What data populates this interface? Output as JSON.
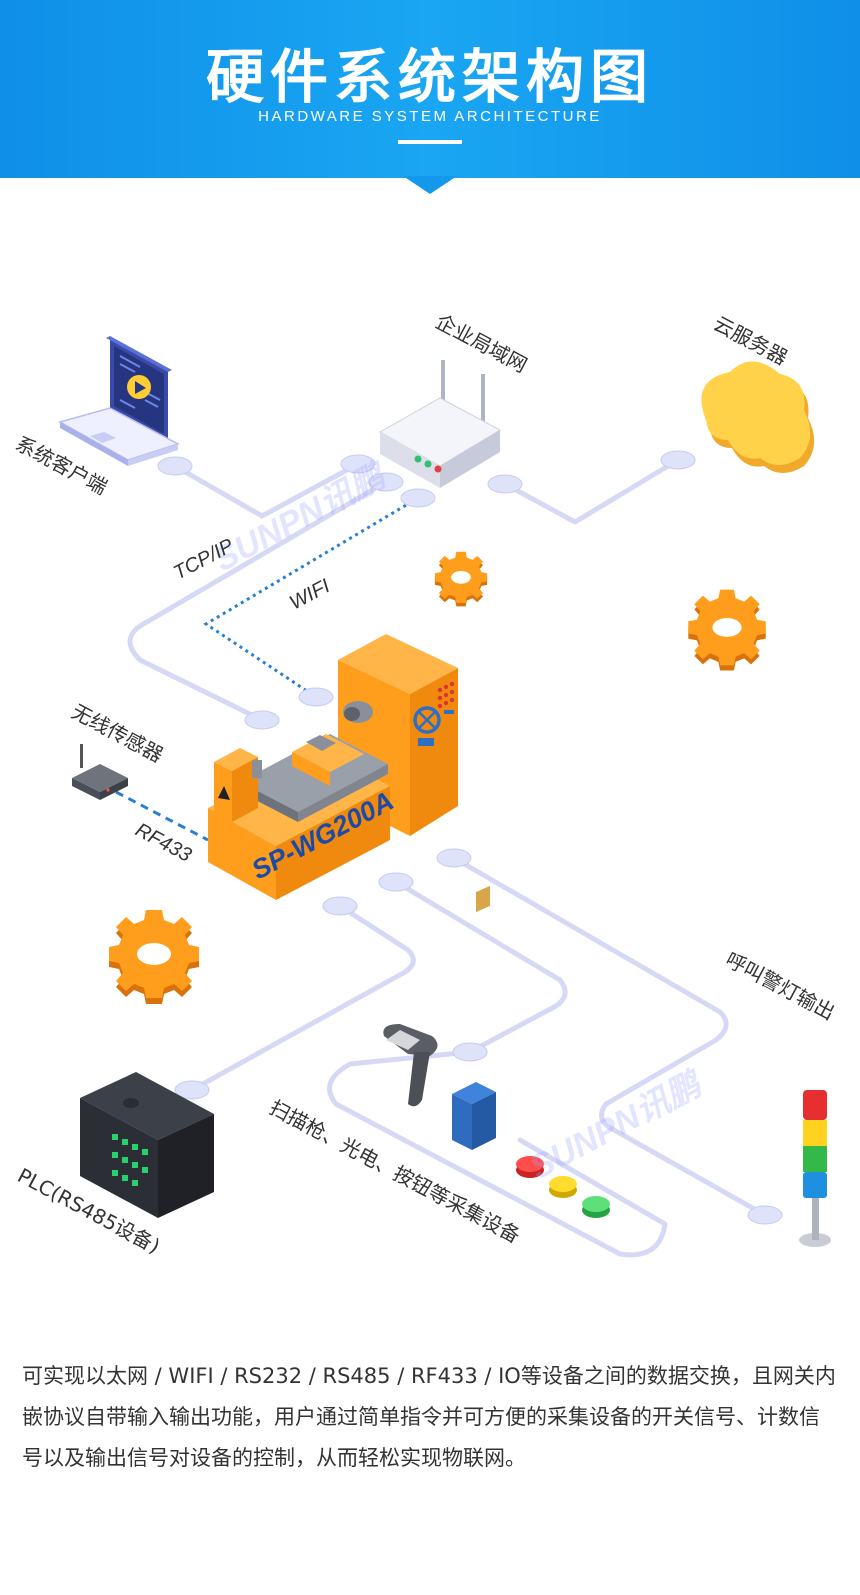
{
  "header": {
    "title": "硬件系统架构图",
    "subtitle": "HARDWARE SYSTEM ARCHITECTURE"
  },
  "diagram": {
    "gateway_model": "SP-WG200A",
    "watermark": "SUNPN讯鹏",
    "nodes": {
      "client": "系统客户端",
      "lan": "企业局域网",
      "cloud": "云服务器",
      "sensor": "无线传感器",
      "alarm": "呼叫警灯输出",
      "plc": "PLC(RS485设备)",
      "scanner": "扫描枪、光电、按钮等采集设备"
    },
    "links": {
      "tcpip": "TCP/IP",
      "wifi": "WIFI",
      "rf433": "RF433"
    },
    "colors": {
      "accent_blue": "#1399ec",
      "machine_orange": "#ff9d1c",
      "cloud_yellow": "#ffd24a",
      "line_lavender": "#d6d9f6"
    }
  },
  "description": "可实现以太网 / WIFI / RS232 / RS485 / RF433 / IO等设备之间的数据交换，且网关内嵌协议自带输入输出功能，用户通过简单指令并可方便的采集设备的开关信号、计数信号以及输出信号对设备的控制，从而轻松实现物联网。"
}
